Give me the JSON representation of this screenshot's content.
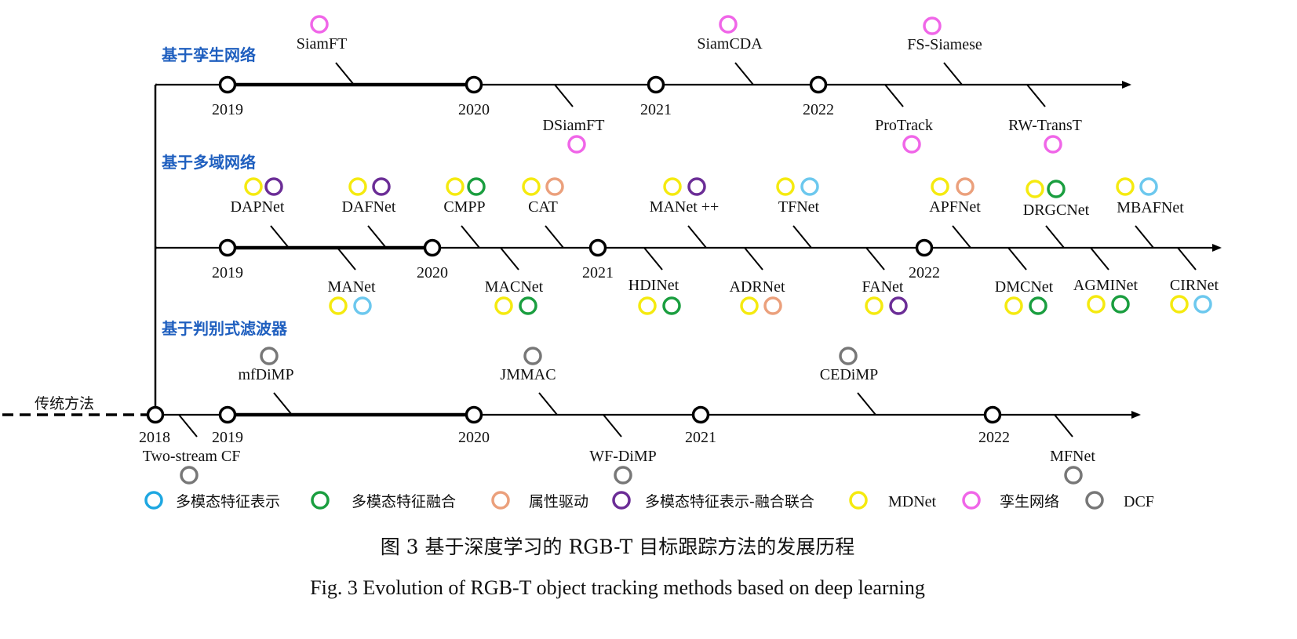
{
  "colors": {
    "multimodal_feature_representation": "#1ea7e1",
    "multimodal_feature_fusion": "#1a9e3f",
    "attribute_driven": "#eba07c",
    "representation_fusion_joint": "#6b2d96",
    "mdnet": "#f5ea0f",
    "siamese": "#f066e8",
    "dcf": "#777777",
    "cyan_light": "#6cc8ee",
    "section_title": "#1f5fbf"
  },
  "traditional_label": "传统方法",
  "sections": [
    {
      "title": "基于孪生网络",
      "years": [
        "2019",
        "2020",
        "2021",
        "2022"
      ],
      "methods": [
        {
          "label": "SiamFT",
          "side": "above",
          "categories": [
            "siamese"
          ]
        },
        {
          "label": "DSiamFT",
          "side": "below",
          "categories": [
            "siamese"
          ]
        },
        {
          "label": "SiamCDA",
          "side": "above",
          "categories": [
            "siamese"
          ]
        },
        {
          "label": "ProTrack",
          "side": "below",
          "categories": [
            "siamese"
          ]
        },
        {
          "label": "FS-Siamese",
          "side": "above",
          "categories": [
            "siamese"
          ]
        },
        {
          "label": "RW-TransT",
          "side": "below",
          "categories": [
            "siamese"
          ]
        }
      ]
    },
    {
      "title": "基于多域网络",
      "years": [
        "2019",
        "2020",
        "2021",
        "2022"
      ],
      "methods": [
        {
          "label": "DAPNet",
          "side": "above",
          "categories": [
            "mdnet",
            "representation_fusion_joint"
          ]
        },
        {
          "label": "MANet",
          "side": "below",
          "categories": [
            "mdnet",
            "cyan_light"
          ]
        },
        {
          "label": "DAFNet",
          "side": "above",
          "categories": [
            "mdnet",
            "representation_fusion_joint"
          ]
        },
        {
          "label": "CMPP",
          "side": "above",
          "categories": [
            "mdnet",
            "multimodal_feature_fusion"
          ]
        },
        {
          "label": "MACNet",
          "side": "below",
          "categories": [
            "mdnet",
            "multimodal_feature_fusion"
          ]
        },
        {
          "label": "CAT",
          "side": "above",
          "categories": [
            "mdnet",
            "attribute_driven"
          ]
        },
        {
          "label": "HDINet",
          "side": "below",
          "categories": [
            "mdnet",
            "multimodal_feature_fusion"
          ]
        },
        {
          "label": "MANet ++",
          "side": "above",
          "categories": [
            "mdnet",
            "representation_fusion_joint"
          ]
        },
        {
          "label": "ADRNet",
          "side": "below",
          "categories": [
            "mdnet",
            "attribute_driven"
          ]
        },
        {
          "label": "TFNet",
          "side": "above",
          "categories": [
            "mdnet",
            "cyan_light"
          ]
        },
        {
          "label": "FANet",
          "side": "below",
          "categories": [
            "mdnet",
            "representation_fusion_joint"
          ]
        },
        {
          "label": "APFNet",
          "side": "above",
          "categories": [
            "mdnet",
            "attribute_driven"
          ]
        },
        {
          "label": "DMCNet",
          "side": "below",
          "categories": [
            "mdnet",
            "multimodal_feature_fusion"
          ]
        },
        {
          "label": "DRGCNet",
          "side": "above",
          "categories": [
            "mdnet",
            "multimodal_feature_fusion"
          ]
        },
        {
          "label": "AGMINet",
          "side": "below",
          "categories": [
            "mdnet",
            "multimodal_feature_fusion"
          ]
        },
        {
          "label": "MBAFNet",
          "side": "above",
          "categories": [
            "mdnet",
            "cyan_light"
          ]
        },
        {
          "label": "CIRNet",
          "side": "below",
          "categories": [
            "mdnet",
            "cyan_light"
          ]
        }
      ]
    },
    {
      "title": "基于判别式滤波器",
      "years": [
        "2018",
        "2019",
        "2020",
        "2021",
        "2022"
      ],
      "methods": [
        {
          "label": "Two-stream CF",
          "side": "below",
          "categories": [
            "dcf"
          ]
        },
        {
          "label": "mfDiMP",
          "side": "above",
          "categories": [
            "dcf"
          ]
        },
        {
          "label": "JMMAC",
          "side": "above",
          "categories": [
            "dcf"
          ]
        },
        {
          "label": "WF-DiMP",
          "side": "below",
          "categories": [
            "dcf"
          ]
        },
        {
          "label": "CEDiMP",
          "side": "above",
          "categories": [
            "dcf"
          ]
        },
        {
          "label": "MFNet",
          "side": "below",
          "categories": [
            "dcf"
          ]
        }
      ]
    }
  ],
  "legend": [
    {
      "label": "多模态特征表示",
      "color_key": "multimodal_feature_representation"
    },
    {
      "label": "多模态特征融合",
      "color_key": "multimodal_feature_fusion"
    },
    {
      "label": "属性驱动",
      "color_key": "attribute_driven"
    },
    {
      "label": "多模态特征表示-融合联合",
      "color_key": "representation_fusion_joint"
    },
    {
      "label": "MDNet",
      "color_key": "mdnet"
    },
    {
      "label": "孪生网络",
      "color_key": "siamese"
    },
    {
      "label": "DCF",
      "color_key": "dcf"
    }
  ],
  "caption_cn": "图 3 基于深度学习的 RGB-T 目标跟踪方法的发展历程",
  "caption_en": "Fig. 3 Evolution of RGB-T object tracking methods based on deep learning"
}
